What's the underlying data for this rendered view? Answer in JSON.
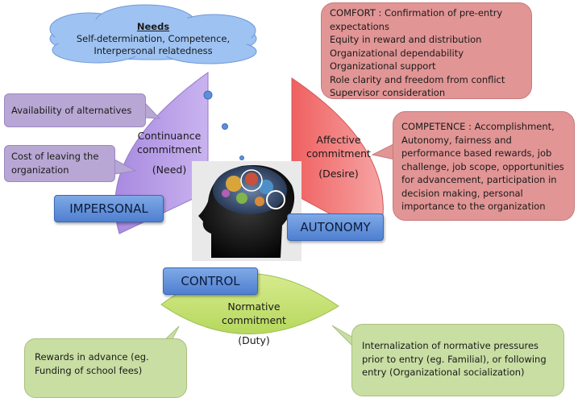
{
  "needs": {
    "title": "Needs",
    "lines": [
      "Self-determination, Competence,",
      "Interpersonal relatedness"
    ]
  },
  "comfort": {
    "lines": [
      "COMFORT : Confirmation of pre-entry",
      "expectations",
      "Equity in reward and distribution",
      "Organizational dependability",
      "Organizational support",
      "Role clarity and freedom from conflict",
      "Supervisor consideration"
    ]
  },
  "competence": {
    "lines": [
      "COMPETENCE : Accomplishment,",
      "Autonomy, fairness and",
      "performance based rewards, job",
      "challenge, job scope, opportunities",
      "for advancement, participation in",
      "decision making, personal",
      "importance to the organization"
    ]
  },
  "alternatives": {
    "text": "Availability of alternatives"
  },
  "leaving_cost": {
    "lines": [
      "Cost of leaving the",
      "organization"
    ]
  },
  "continuance": {
    "lines": [
      "Continuance",
      "commitment"
    ],
    "sub": "(Need)"
  },
  "affective": {
    "lines": [
      "Affective",
      "commitment"
    ],
    "sub": "(Desire)"
  },
  "normative": {
    "lines": [
      "Normative",
      "commitment"
    ],
    "sub": "(Duty)"
  },
  "tags": {
    "impersonal": "IMPERSONAL",
    "autonomy": "AUTONOMY",
    "control": "CONTROL"
  },
  "rewards_advance": {
    "lines": [
      "Rewards in advance (eg.",
      "Funding of school fees)"
    ]
  },
  "internalization": {
    "lines": [
      "Internalization of normative pressures",
      "prior to entry (eg. Familial), or following",
      "entry (Organizational socialization)"
    ]
  },
  "colors": {
    "continuance": "#b99ce6",
    "affective": "#f07070",
    "normative": "#c8e27a",
    "tag": "#5b8ad8",
    "cloud": "#9ec2f2"
  }
}
